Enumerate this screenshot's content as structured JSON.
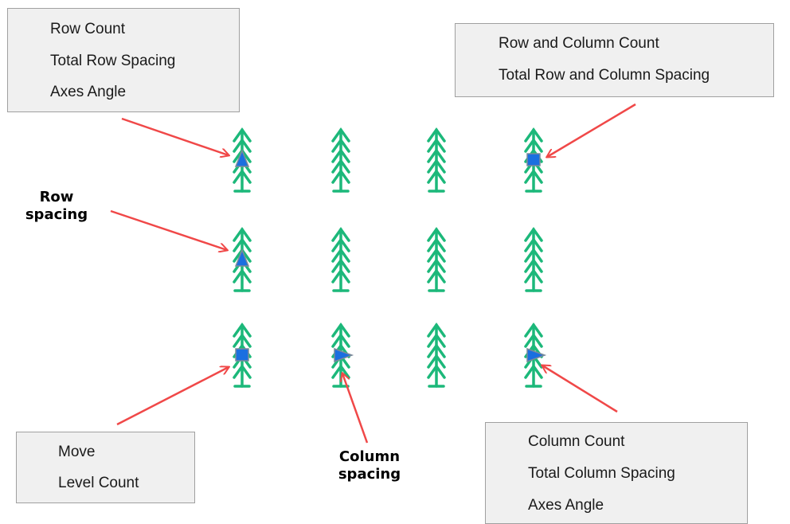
{
  "menus": {
    "top_left": {
      "items": [
        "Row Count",
        "Total Row Spacing",
        "Axes Angle"
      ]
    },
    "top_right": {
      "items": [
        "Row and Column Count",
        "Total Row and Column Spacing"
      ]
    },
    "bottom_left": {
      "items": [
        "Move",
        "Level Count"
      ]
    },
    "bottom_right": {
      "items": [
        "Column Count",
        "Total Column Spacing",
        "Axes Angle"
      ]
    }
  },
  "labels": {
    "row_spacing": [
      "Row",
      "spacing"
    ],
    "column_spacing": [
      "Column",
      "spacing"
    ]
  },
  "colors": {
    "tree": "#1cb87a",
    "grip": "#1a6fe0",
    "arrow": "#f04848",
    "menu_bg": "#f0f0f0"
  },
  "grid": {
    "rows": 3,
    "columns": 4,
    "grips": [
      {
        "row": 0,
        "col": 0,
        "shape": "triangle-up"
      },
      {
        "row": 0,
        "col": 3,
        "shape": "square"
      },
      {
        "row": 1,
        "col": 0,
        "shape": "triangle-up"
      },
      {
        "row": 2,
        "col": 0,
        "shape": "square"
      },
      {
        "row": 2,
        "col": 1,
        "shape": "triangle-right"
      },
      {
        "row": 2,
        "col": 3,
        "shape": "triangle-right"
      }
    ]
  }
}
